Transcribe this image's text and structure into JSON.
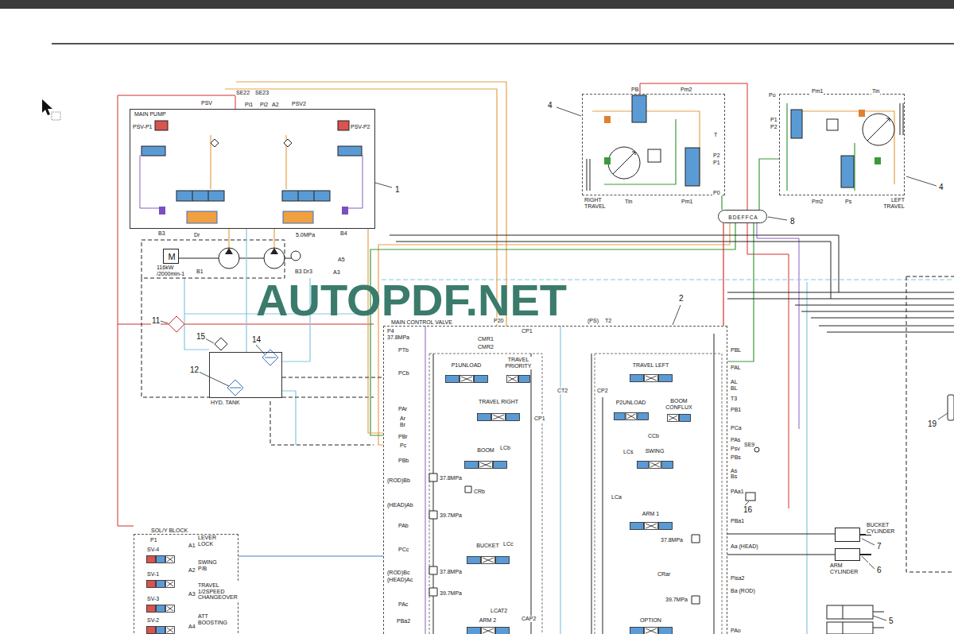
{
  "diagram": {
    "nodes": [
      {
        "text": [
          "MAIN PUMP"
        ]
      },
      {
        "text": [
          "M"
        ]
      },
      {
        "text": [
          "HYD. TANK"
        ]
      },
      {
        "text": [
          "RIGHT TRAVEL"
        ]
      },
      {
        "text": [
          "LEFT TRAVEL"
        ]
      },
      {
        "text": [
          "BDEFFCA"
        ]
      },
      {
        "text": [
          "MAIN CONTROL VALVE"
        ]
      },
      {
        "text": [
          "P1UNLOAD"
        ],
        "in": 6
      },
      {
        "text": [
          "TRAVEL PRIORITY"
        ],
        "in": 6
      },
      {
        "text": [
          "TRAVEL RIGHT"
        ],
        "in": 6
      },
      {
        "text": [
          "BOOM"
        ],
        "in": 6
      },
      {
        "text": [
          "BUCKET"
        ],
        "in": 6
      },
      {
        "text": [
          "ARM 2"
        ],
        "in": 6
      },
      {
        "text": [
          "P2UNLOAD"
        ],
        "in": 6
      },
      {
        "text": [
          "BOOM CONFLUX"
        ],
        "in": 6
      },
      {
        "text": [
          "TRAVEL LEFT"
        ],
        "in": 6
      },
      {
        "text": [
          "SWING"
        ],
        "in": 6
      },
      {
        "text": [
          "ARM 1"
        ],
        "in": 6
      },
      {
        "text": [
          "OPTION"
        ],
        "in": 6
      },
      {
        "text": [
          "BUCKET CYLINDER"
        ]
      },
      {
        "text": [
          "ARM CYLINDER"
        ]
      },
      {
        "text": [
          "SOL/Y BLOCK"
        ]
      },
      {
        "text": [
          "SV-4"
        ],
        "in": 21
      },
      {
        "text": [
          "SV-1"
        ],
        "in": 21
      },
      {
        "text": [
          "SV-3"
        ],
        "in": 21
      },
      {
        "text": [
          "SV-2"
        ],
        "in": 21
      }
    ],
    "edges": [
      {
        "from": 0,
        "to": 6,
        "arrow": "none"
      },
      {
        "from": 3,
        "to": 5,
        "arrow": "none"
      },
      {
        "from": 4,
        "to": 5,
        "arrow": "none"
      },
      {
        "from": 5,
        "to": 6,
        "arrow": "none"
      },
      {
        "from": 2,
        "to": 6,
        "arrow": "none"
      },
      {
        "from": 6,
        "to": 19,
        "arrow": "none"
      },
      {
        "from": 6,
        "to": 20,
        "arrow": "none"
      },
      {
        "from": 21,
        "to": 6,
        "arrow": "none"
      },
      {
        "from": 0,
        "to": 2,
        "arrow": "none"
      }
    ],
    "labels": [
      "PSV",
      "SE22",
      "SE23",
      "Pi1",
      "Pi2",
      "A2",
      "PSV2",
      "PSV-P1",
      "PSV-P2",
      "1",
      "B3",
      "B4",
      "Dr",
      "5.0MPa",
      "116kW /2000min-1",
      "B1",
      "B3 Dr3",
      "A5",
      "A3",
      "11",
      "15",
      "14",
      "12",
      "AUTOPDF.NET",
      "4",
      "PB",
      "Pm2",
      "T",
      "P2",
      "P1",
      "P0",
      "Tin",
      "Pm1",
      "Po",
      "Pm1",
      "Tin",
      "P1",
      "P2",
      "Pm2",
      "Ps",
      "4",
      "8",
      "2",
      "P4",
      "37.8MPa",
      "P20",
      "(PS)",
      "T2",
      "CP1",
      "CMR1",
      "CMR2",
      "PTb",
      "PCb",
      "PAr",
      "Ar",
      "Br",
      "PBr",
      "Pc",
      "PBb",
      "(ROD)Bb",
      "(HEAD)Ab",
      "PAb",
      "PCc",
      "(ROD)Bc",
      "(HEAD)Ac",
      "PAc",
      "PBa2",
      "LCb",
      "37.8MPa",
      "CRb",
      "39.7MPa",
      "LCc",
      "37.8MPa",
      "39.7MPa",
      "LCAT2",
      "CAP2",
      "CP1",
      "CT2",
      "CP2",
      "PBL",
      "PAL",
      "AL",
      "BL",
      "T3",
      "PB1",
      "PCa",
      "PAs",
      "Psv",
      "SE9",
      "PBs",
      "As",
      "Bs",
      "PAa1",
      "16",
      "CCb",
      "LCs",
      "LCa",
      "PBa1",
      "37.8MPa",
      "Aa (HEAD)",
      "CRar",
      "Pisa2",
      "39.7MPa",
      "Ba (ROD)",
      "PAo",
      "7",
      "6",
      "5",
      "19",
      "P1",
      "LEVER LOCK",
      "A1",
      "SWING P/B",
      "A2",
      "TRAVEL 1/2SPEED CHANGEOVER",
      "A3",
      "ATT BOOSTING",
      "A4"
    ]
  }
}
